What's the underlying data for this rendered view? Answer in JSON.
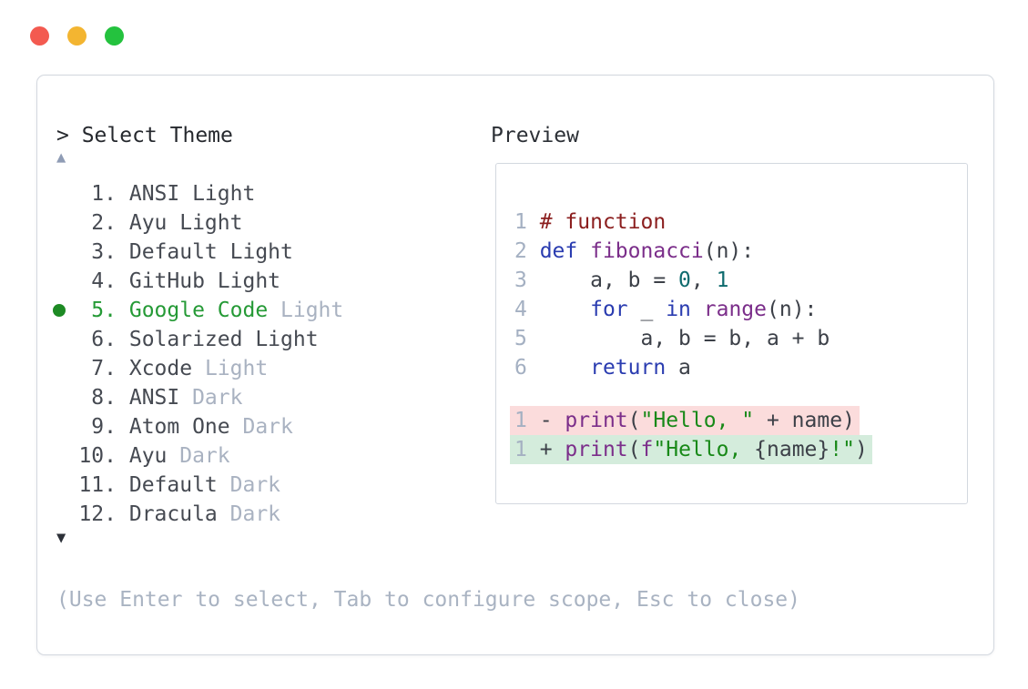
{
  "window": {
    "traffic_lights": [
      {
        "name": "close",
        "color": "#f35a50"
      },
      {
        "name": "minimize",
        "color": "#f3b531"
      },
      {
        "name": "maximize",
        "color": "#24c23e"
      }
    ],
    "prompt": "> Select Theme",
    "scroll_up_icon": "▲",
    "scroll_down_icon": "▼",
    "hint": "(Use Enter to select, Tab to configure scope, Esc to close)"
  },
  "theme_list": {
    "selected_number": "5.",
    "items": [
      {
        "num": "1.",
        "name": "ANSI Light",
        "variant": "",
        "selected": false
      },
      {
        "num": "2.",
        "name": "Ayu Light",
        "variant": "",
        "selected": false
      },
      {
        "num": "3.",
        "name": "Default Light",
        "variant": "",
        "selected": false
      },
      {
        "num": "4.",
        "name": "GitHub Light",
        "variant": "",
        "selected": false
      },
      {
        "num": "5.",
        "name": "Google Code",
        "variant": "Light",
        "selected": true
      },
      {
        "num": "6.",
        "name": "Solarized Light",
        "variant": "",
        "selected": false
      },
      {
        "num": "7.",
        "name": "Xcode",
        "variant": "Light",
        "selected": false
      },
      {
        "num": "8.",
        "name": "ANSI",
        "variant": "Dark",
        "selected": false
      },
      {
        "num": "9.",
        "name": "Atom One",
        "variant": "Dark",
        "selected": false
      },
      {
        "num": "10.",
        "name": "Ayu",
        "variant": "Dark",
        "selected": false
      },
      {
        "num": "11.",
        "name": "Default",
        "variant": "Dark",
        "selected": false
      },
      {
        "num": "12.",
        "name": "Dracula",
        "variant": "Dark",
        "selected": false
      }
    ]
  },
  "preview": {
    "label": "Preview",
    "code_lines": [
      {
        "num": "1",
        "tokens": [
          {
            "t": "# function",
            "c": "comment"
          }
        ]
      },
      {
        "num": "2",
        "tokens": [
          {
            "t": "def",
            "c": "keyword"
          },
          {
            "t": " ",
            "c": "plain"
          },
          {
            "t": "fibonacci",
            "c": "title"
          },
          {
            "t": "(n):",
            "c": "plain"
          }
        ]
      },
      {
        "num": "3",
        "tokens": [
          {
            "t": "    a, b = ",
            "c": "plain"
          },
          {
            "t": "0",
            "c": "number"
          },
          {
            "t": ", ",
            "c": "plain"
          },
          {
            "t": "1",
            "c": "number"
          }
        ]
      },
      {
        "num": "4",
        "tokens": [
          {
            "t": "    ",
            "c": "plain"
          },
          {
            "t": "for",
            "c": "keyword"
          },
          {
            "t": " _ ",
            "c": "plain"
          },
          {
            "t": "in",
            "c": "keyword"
          },
          {
            "t": " ",
            "c": "plain"
          },
          {
            "t": "range",
            "c": "title"
          },
          {
            "t": "(n):",
            "c": "plain"
          }
        ]
      },
      {
        "num": "5",
        "tokens": [
          {
            "t": "        a, b = b, a + b",
            "c": "plain"
          }
        ]
      },
      {
        "num": "6",
        "tokens": [
          {
            "t": "    ",
            "c": "plain"
          },
          {
            "t": "return",
            "c": "keyword"
          },
          {
            "t": " a",
            "c": "plain"
          }
        ]
      }
    ],
    "diff_lines": [
      {
        "num": "1",
        "type": "removed",
        "tokens": [
          {
            "t": "- ",
            "c": "plain"
          },
          {
            "t": "print",
            "c": "title"
          },
          {
            "t": "(",
            "c": "plain"
          },
          {
            "t": "\"Hello, \"",
            "c": "string"
          },
          {
            "t": " + name)",
            "c": "plain"
          }
        ]
      },
      {
        "num": "1",
        "type": "added",
        "tokens": [
          {
            "t": "+ ",
            "c": "plain"
          },
          {
            "t": "print",
            "c": "title"
          },
          {
            "t": "(",
            "c": "plain"
          },
          {
            "t": "f",
            "c": "title"
          },
          {
            "t": "\"Hello, ",
            "c": "string"
          },
          {
            "t": "{name}",
            "c": "plain"
          },
          {
            "t": "!\"",
            "c": "string"
          },
          {
            "t": ")",
            "c": "plain"
          }
        ]
      }
    ]
  },
  "colors": {
    "selection_green": "#259a36",
    "bullet_green": "#1d8a24",
    "item_text": "#464a52",
    "muted_gray": "#a9b2c1",
    "lineno_gray": "#a4b0c2",
    "plain": "#3c4048",
    "comment": "#8b1e1e",
    "keyword": "#2a3cb0",
    "title": "#7b2e8a",
    "number": "#0e6b6e",
    "string": "#188918",
    "diff_removed_bg": "#fbdcdc",
    "diff_added_bg": "#d4ecdc"
  }
}
